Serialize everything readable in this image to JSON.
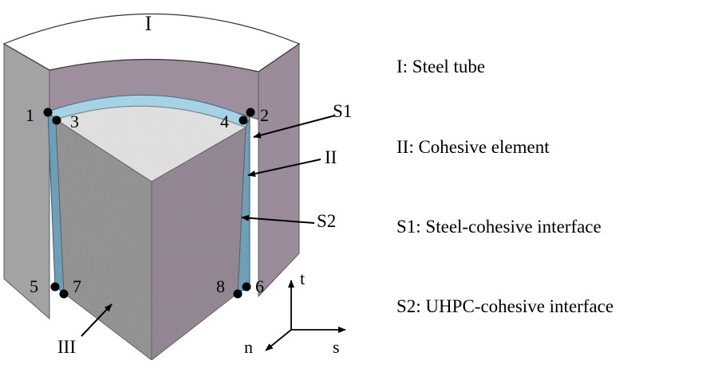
{
  "region_labels": {
    "steel": "I",
    "cohesive": "II",
    "core": "III"
  },
  "interface_labels": {
    "s1": "S1",
    "s2": "S2"
  },
  "nodes": [
    "1",
    "2",
    "3",
    "4",
    "5",
    "6",
    "7",
    "8"
  ],
  "axes": {
    "t": "t",
    "s": "s",
    "n": "n"
  },
  "legend": [
    "I: Steel tube",
    "II: Cohesive element",
    "S1: Steel-cohesive interface",
    "S2: UHPC-cohesive interface"
  ],
  "colors": {
    "steel_top": "#ffffff",
    "steel_outer_left": "#a3a3a3",
    "steel_inner": "#9e8f9f",
    "steel_outer_right": "#9b8c9c",
    "cohesive": "#6d9fb8",
    "cohesive_top": "#a6d3e4",
    "core_top": "#e2e2e2",
    "core_left": "#8e8e8e",
    "core_right": "#8f808f",
    "node": "#000000"
  }
}
